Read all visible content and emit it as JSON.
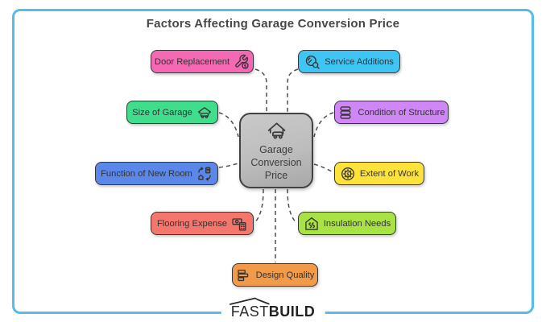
{
  "frame": {
    "border_color": "#56BCE8"
  },
  "title": {
    "text": "Factors Affecting Garage Conversion Price"
  },
  "connectors": {
    "color": "#4F4F4F",
    "style": "dashed"
  },
  "center": {
    "label": "Garage Conversion Price",
    "bg": "#BDBDBD",
    "icon": "garage-house-car-icon"
  },
  "nodes": [
    {
      "id": "door-replacement",
      "label": "Door Replacement",
      "bg": "#F468B4",
      "icon": "wrench-dollar-icon",
      "icon_side": "right"
    },
    {
      "id": "service-additions",
      "label": "Service Additions",
      "bg": "#3FC5F3",
      "icon": "service-tools-icon",
      "icon_side": "left"
    },
    {
      "id": "size-of-garage",
      "label": "Size of Garage",
      "bg": "#40DD8D",
      "icon": "garage-car-icon",
      "icon_side": "right"
    },
    {
      "id": "condition-of-structure",
      "label": "Condition of Structure",
      "bg": "#CF87F6",
      "icon": "structure-layers-icon",
      "icon_side": "left"
    },
    {
      "id": "function-of-new-room",
      "label": "Function of New Room",
      "bg": "#5B87E8",
      "icon": "room-repurpose-icon",
      "icon_side": "right"
    },
    {
      "id": "extent-of-work",
      "label": "Extent of Work",
      "bg": "#FFE33B",
      "icon": "gear-dollar-icon",
      "icon_side": "left"
    },
    {
      "id": "flooring-expense",
      "label": "Flooring Expense",
      "bg": "#F4766C",
      "icon": "money-calculator-icon",
      "icon_side": "right"
    },
    {
      "id": "insulation-needs",
      "label": "Insulation Needs",
      "bg": "#A9E244",
      "icon": "insulated-house-icon",
      "icon_side": "left"
    },
    {
      "id": "design-quality",
      "label": "Design Quality",
      "bg": "#F19A4A",
      "icon": "design-layers-icon",
      "icon_side": "left"
    }
  ],
  "logo": {
    "fast": "FAST",
    "build": "BUILD"
  }
}
